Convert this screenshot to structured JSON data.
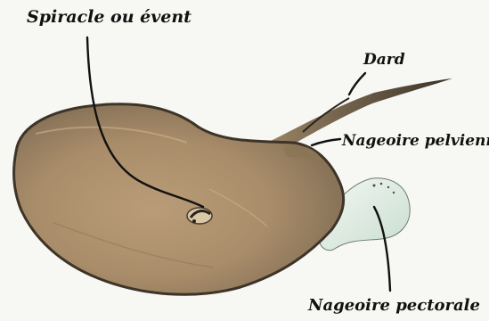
{
  "labels": {
    "spiracle": "Spiracle ou évent",
    "dard": "Dard",
    "pelvic_fin": "Nageoire pelvienne",
    "pectoral_fin": "Nageoire pectorale"
  },
  "colors": {
    "body": "#a98d6a",
    "body_dark_edge": "#3e3327",
    "fin_light": "#dfeee6",
    "background": "#f7f7f4",
    "leader_line": "#111111"
  }
}
